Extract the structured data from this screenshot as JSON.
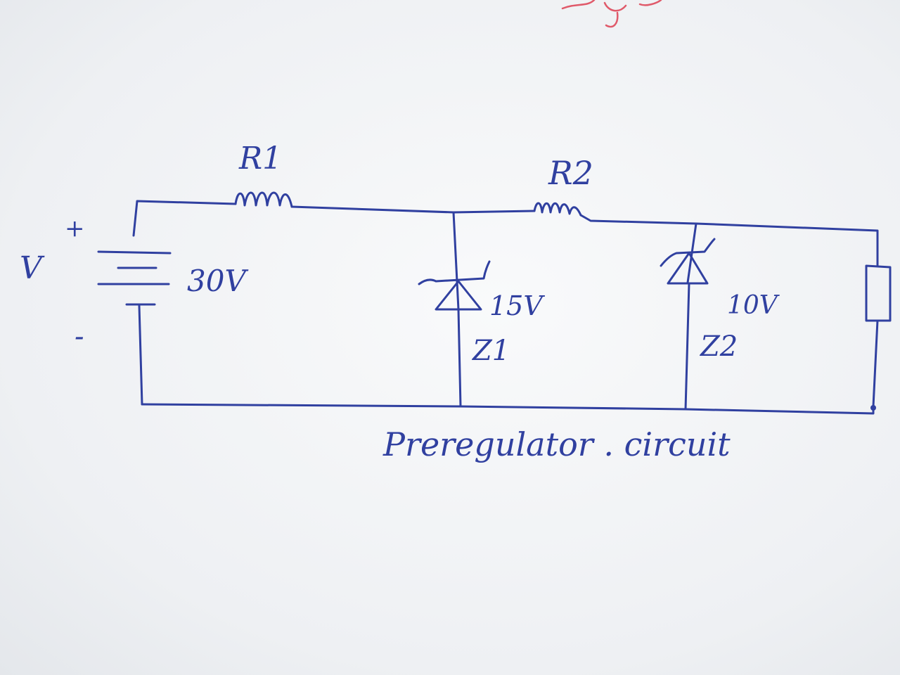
{
  "diagram": {
    "labels": {
      "source_symbol": "V",
      "plus_sign": "+",
      "minus_sign": "-",
      "source_voltage": "30V",
      "r1": "R1",
      "r2": "R2",
      "z1_voltage": "15V",
      "z1": "Z1",
      "z2_voltage": "10V",
      "z2": "Z2"
    },
    "caption": "Preregulator . circuit",
    "ink_color": "#3040a0",
    "margin_ink_color": "#e05a6a"
  }
}
